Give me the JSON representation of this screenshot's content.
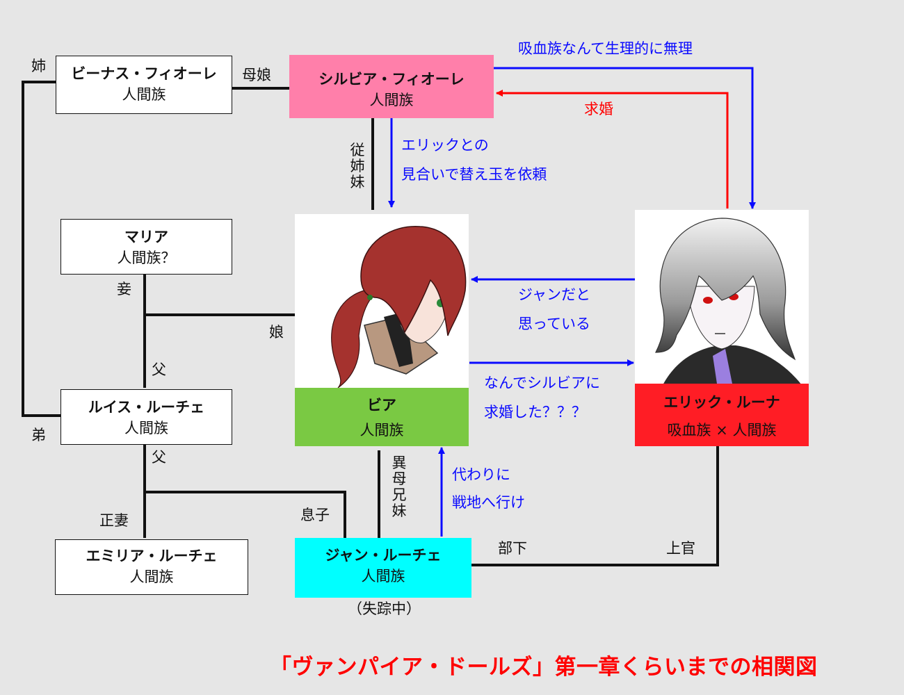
{
  "title": "「ヴァンパイア・ドールズ」第一章くらいまでの相関図",
  "colors": {
    "background": "#e6e6e6",
    "sylvia_box": "#ff7faa",
    "bia_box": "#7ac943",
    "eric_box": "#ff1d25",
    "jean_box": "#00ffff",
    "blue_arrow": "#0b0bff",
    "red_arrow": "#ff0000"
  },
  "characters": {
    "venus": {
      "name": "ビーナス・フィオーレ",
      "race": "人間族"
    },
    "sylvia": {
      "name": "シルビア・フィオーレ",
      "race": "人間族"
    },
    "maria": {
      "name": "マリア",
      "race": "人間族？"
    },
    "luis": {
      "name": "ルイス・ルーチェ",
      "race": "人間族"
    },
    "emilia": {
      "name": "エミリア・ルーチェ",
      "race": "人間族"
    },
    "bia": {
      "name": "ビア",
      "race": "人間族"
    },
    "eric": {
      "name": "エリック・ルーナ",
      "race": "吸血族 × 人間族"
    },
    "jean": {
      "name": "ジャン・ルーチェ",
      "race": "人間族",
      "status": "（失踪中）"
    }
  },
  "relations": {
    "venus_sister": "姉",
    "luis_brother": "弟",
    "venus_sylvia": "母娘",
    "sylvia_bia_cousin": [
      "従",
      "姉",
      "妹"
    ],
    "maria_concubine": "妾",
    "luis_father_upper": "父",
    "bia_daughter": "娘",
    "luis_father_lower": "父",
    "emilia_wife": "正妻",
    "jean_son": "息子",
    "bia_jean_halfsiblings": [
      "異",
      "母",
      "兄",
      "妹"
    ],
    "jean_subordinate": "部下",
    "eric_superior": "上官"
  },
  "arrows": {
    "sylvia_to_eric": "吸血族なんて生理的に無理",
    "eric_to_sylvia": "求婚",
    "sylvia_to_bia": [
      "エリックとの",
      "見合いで替え玉を依頼"
    ],
    "eric_to_bia": [
      "ジャンだと",
      "思っている"
    ],
    "bia_to_eric": [
      "なんでシルビアに",
      "求婚した？？？"
    ],
    "jean_to_bia": [
      "代わりに",
      "戦地へ行け"
    ]
  },
  "portraits": {
    "bia": "red-haired-ponytail-girl-portrait",
    "eric": "silver-haired-red-eyed-man-portrait"
  }
}
